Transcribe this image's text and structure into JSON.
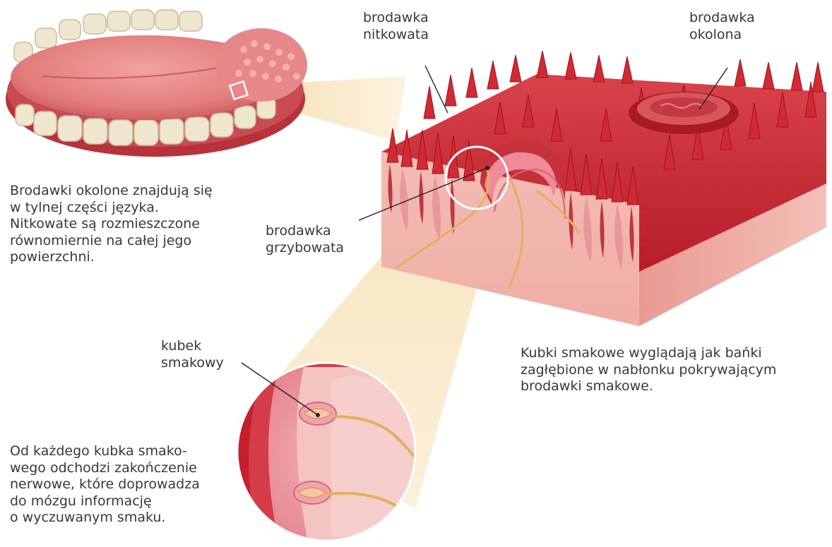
{
  "labels": {
    "filiform": "brodawka\nnitkowata",
    "vallate": "brodawka\nokolona",
    "fungiform": "brodawka\ngrzybowata",
    "taste_bud": "kubek\nsmakowy"
  },
  "captions": {
    "location": "Brodawki okolone znajdują się\nw tylnej części języka.\nNitkowate są rozmieszczone\nrównomiernie na całej jego\npowierzchni.",
    "taste_buds": "Kubki smakowe wyglądają jak bańki\nzagłębione w nabłonku pokrywającym\nbrodawki smakowe.",
    "nerve": "Od każdego kubka smako-\nwego odchodzi zakończenie\nnerwowe, które doprowadza\ndo mózgu informację\no wyczuwanym smaku."
  },
  "colors": {
    "papilla_red": "#c8242e",
    "tissue_pink": "#f2b5ae",
    "tissue_side": "#eba59c",
    "callout_beam": "#f6dfae",
    "nerve": "#e0b15c",
    "tooth": "#efe6cf"
  }
}
